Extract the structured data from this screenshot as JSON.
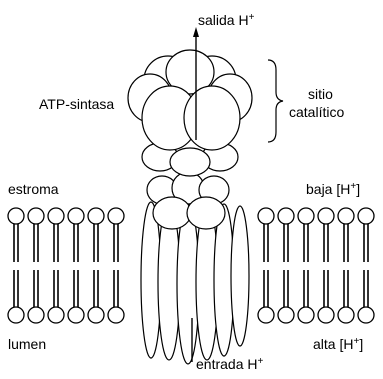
{
  "labels": {
    "exit": {
      "text": "salida H",
      "sup": "+"
    },
    "enzyme": "ATP-sintasa",
    "site_line1": "sitio",
    "site_line2": "catalítico",
    "stroma": "estroma",
    "low": {
      "text": "baja [H",
      "sup": "+",
      "close": "]"
    },
    "lumen": "lumen",
    "high": {
      "text": "alta [H",
      "sup": "+",
      "close": "]"
    },
    "entry": {
      "text": "entrada H",
      "sup": "+"
    }
  },
  "colors": {
    "stroke": "#000000",
    "fill": "#ffffff"
  }
}
